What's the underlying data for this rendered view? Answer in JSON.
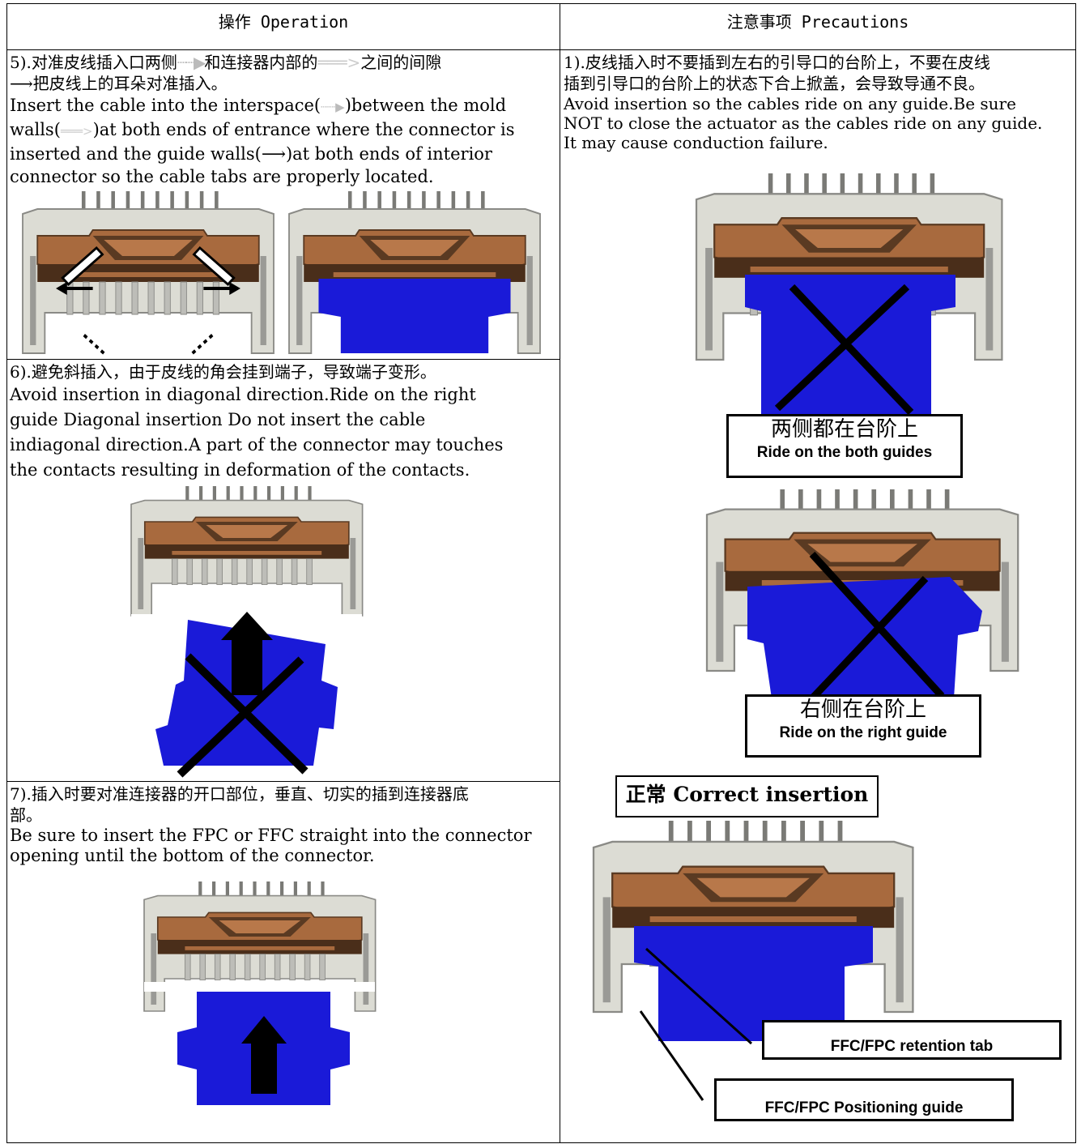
{
  "header": {
    "operation": "操作 Operation",
    "precautions": "注意事项 Precautions"
  },
  "step5": {
    "cn_line1": "5).对准皮线插入口两侧",
    "cn_line1b": "和连接器内部的",
    "cn_line1c": "之间的间隙",
    "cn_line2": "把皮线上的耳朵对准插入。",
    "en_line1a": "Insert the cable into the interspace(",
    "en_line1b": ")between the mold",
    "en_line2a": "walls(",
    "en_line2b": ")at both ends of entrance where the connector is",
    "en_line3a": "inserted and the guide walls(",
    "en_line3b": ")at both ends of interior",
    "en_line4": "connector so the cable tabs are properly located."
  },
  "step6": {
    "cn": "6).避免斜插入，由于皮线的角会挂到端子，导致端子变形。",
    "en_line1": "Avoid insertion in diagonal direction.Ride on the right",
    "en_line2": "guide Diagonal insertion Do not insert the cable",
    "en_line3": "indiagonal direction.A part of the connector may touches",
    "en_line4": "the contacts resulting in deformation of the contacts."
  },
  "step7": {
    "cn_line1": "7).插入时要对准连接器的开口部位，垂直、切实的插到连接器底",
    "cn_line2": "部。",
    "en_line1": "Be sure to insert the FPC or FFC straight into the connector",
    "en_line2": "opening until the bottom of the connector."
  },
  "precaution1": {
    "cn_line1": "1).皮线插入时不要插到左右的引导口的台阶上，不要在皮线",
    "cn_line2": "插到引导口的台阶上的状态下合上掀盖，会导致导通不良。",
    "en_line1": "Avoid insertion so the cables ride on any guide.Be sure",
    "en_line2": "NOT to close the actuator as the    cables ride on any guide.",
    "en_line3": "It may cause conduction failure."
  },
  "labels": {
    "both_cn": "两侧都在台阶上",
    "both_en": "Ride on the both guides",
    "right_cn": "右侧在台阶上",
    "right_en": "Ride on the right guide",
    "correct": "正常 Correct insertion",
    "retention_tab": "FFC/FPC retention tab",
    "positioning_guide": "FFC/FPC Positioning guide"
  },
  "colors": {
    "cable": "#1a1ad8",
    "actuator": "#a86a3e",
    "actuator_dark": "#5a3a22",
    "housing": "#dcdcd4",
    "housing_edge": "#8a8a86"
  }
}
